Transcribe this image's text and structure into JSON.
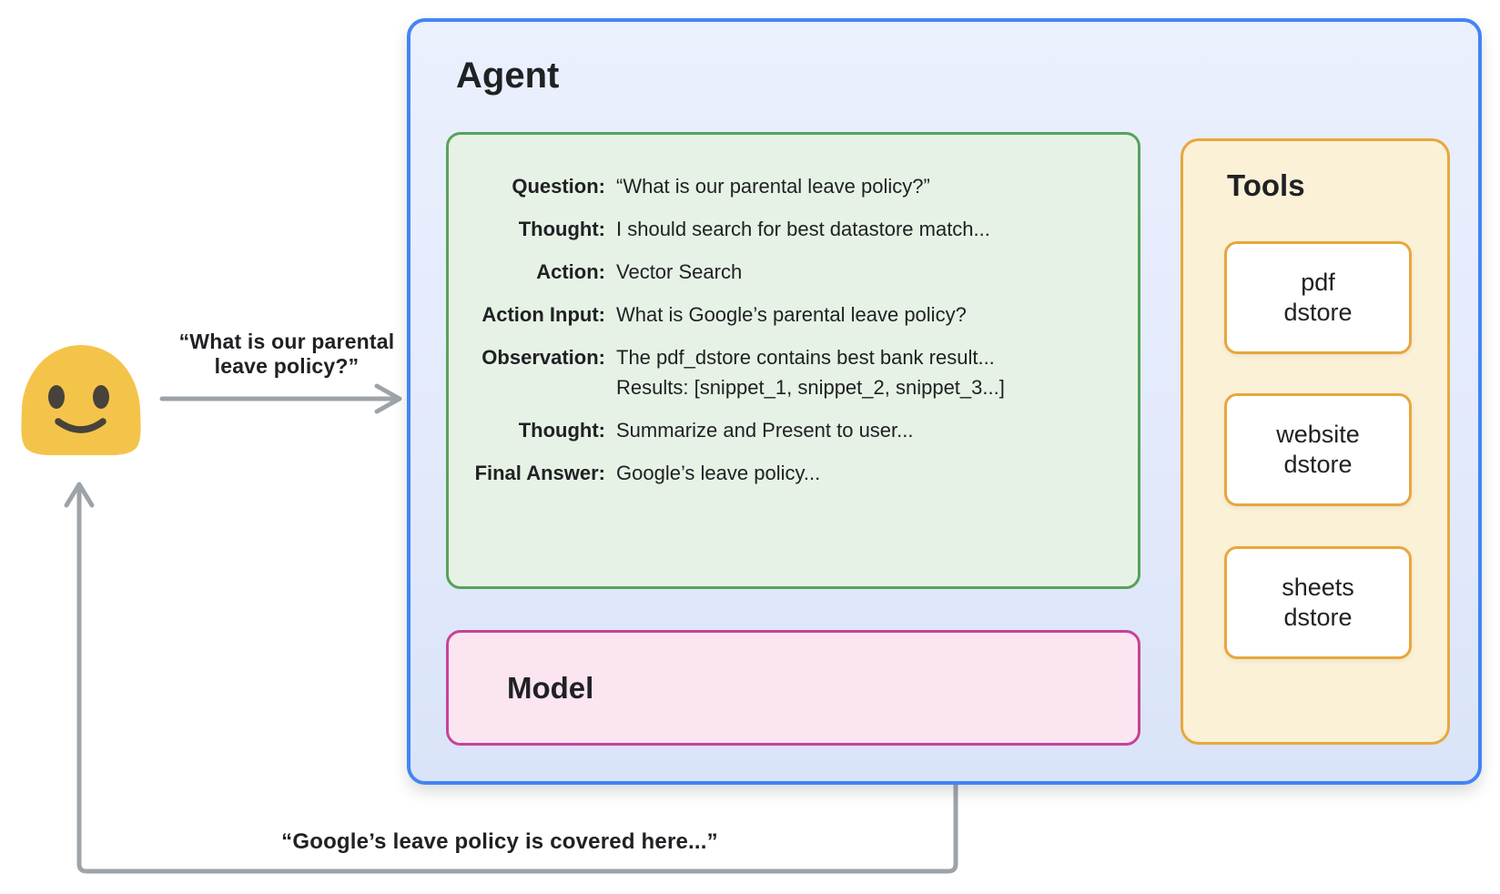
{
  "user": {
    "emoji": "smiling-blob-face"
  },
  "request_label": {
    "line1": "“What is our parental",
    "line2": "leave policy?”"
  },
  "response_label": {
    "text": "“Google’s leave policy is covered here...”"
  },
  "agent": {
    "title": "Agent",
    "scratchpad": {
      "rows": [
        {
          "label": "Question:",
          "value": "“What is our parental leave policy?”"
        },
        {
          "label": "Thought:",
          "value": "I should search for best datastore match..."
        },
        {
          "label": "Action:",
          "value": "Vector Search"
        },
        {
          "label": "Action Input:",
          "value": "What is Google’s parental leave policy?"
        },
        {
          "label": "Observation:",
          "value": "The pdf_dstore contains best bank result...",
          "value2": "Results: [snippet_1, snippet_2, snippet_3...]"
        },
        {
          "label": "Thought:",
          "value": "Summarize and Present to user..."
        },
        {
          "label": "Final Answer:",
          "value": "Google’s leave policy..."
        }
      ]
    },
    "model": {
      "title": "Model"
    },
    "tools": {
      "title": "Tools",
      "items": [
        {
          "line1": "pdf",
          "line2": "dstore"
        },
        {
          "line1": "website",
          "line2": "dstore"
        },
        {
          "line1": "sheets",
          "line2": "dstore"
        }
      ]
    }
  },
  "colors": {
    "agent_border": "#4285F4",
    "agent_fill": "#E6ECFA",
    "scratchpad_border": "#57A25D",
    "scratchpad_fill": "#E7F2E6",
    "model_border": "#C64397",
    "model_fill": "#FAE5F1",
    "tools_border": "#E8A73C",
    "tools_fill": "#FBF1D7",
    "tool_card_fill": "#FFFFFF",
    "arrow_gray": "#9EA3A8",
    "dotted_gray": "#8C9196",
    "emoji_yellow": "#F4C44A",
    "text": "#202124"
  }
}
